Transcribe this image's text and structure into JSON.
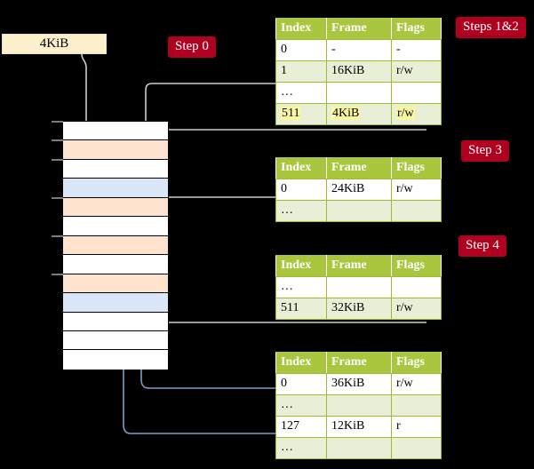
{
  "source_box": {
    "label": "4KiB"
  },
  "badges": [
    {
      "id": "step0",
      "label": "Step 0"
    },
    {
      "id": "step12",
      "label": "Steps 1&2"
    },
    {
      "id": "step3",
      "label": "Step 3"
    },
    {
      "id": "step4",
      "label": "Step 4"
    }
  ],
  "colors": {
    "background": "#000000",
    "badge": "#b00020",
    "table_header": "#aac63f",
    "table_alt_row": "#e9efd6",
    "highlight": "#fbf8a0",
    "mem_orange": "#fde3cd",
    "mem_blue": "#d9e6f7",
    "source_box": "#fdf0cd",
    "wire_grey": "#c9c9c9",
    "wire_blue": "#7f9dc4"
  },
  "memory": {
    "rows": [
      {
        "index": 0,
        "fill": "white",
        "tick": true
      },
      {
        "index": 1,
        "fill": "orange",
        "tick": true
      },
      {
        "index": 2,
        "fill": "white",
        "tick": true
      },
      {
        "index": 3,
        "fill": "blue",
        "tick": false
      },
      {
        "index": 4,
        "fill": "orange",
        "tick": true
      },
      {
        "index": 5,
        "fill": "white",
        "tick": false
      },
      {
        "index": 6,
        "fill": "orange",
        "tick": true
      },
      {
        "index": 7,
        "fill": "white",
        "tick": false
      },
      {
        "index": 8,
        "fill": "orange",
        "tick": true
      },
      {
        "index": 9,
        "fill": "blue",
        "tick": false
      },
      {
        "index": 10,
        "fill": "white",
        "tick": false
      },
      {
        "index": 11,
        "fill": "white",
        "tick": false
      },
      {
        "index": 12,
        "fill": "white",
        "tick": false
      }
    ]
  },
  "tables": [
    {
      "id": "pml4",
      "headers": [
        "Index",
        "Frame",
        "Flags"
      ],
      "rows": [
        {
          "cells": [
            "0",
            "-",
            "-"
          ],
          "alt": false,
          "highlight": false
        },
        {
          "cells": [
            "1",
            "16KiB",
            "r/w"
          ],
          "alt": true,
          "highlight": false
        },
        {
          "cells": [
            "…",
            "",
            ""
          ],
          "alt": false,
          "highlight": false
        },
        {
          "cells": [
            "511",
            "4KiB",
            "r/w"
          ],
          "alt": true,
          "highlight": true
        }
      ]
    },
    {
      "id": "pdpt",
      "headers": [
        "Index",
        "Frame",
        "Flags"
      ],
      "rows": [
        {
          "cells": [
            "0",
            "24KiB",
            "r/w"
          ],
          "alt": false,
          "highlight": false
        },
        {
          "cells": [
            "…",
            "",
            ""
          ],
          "alt": true,
          "highlight": false
        }
      ]
    },
    {
      "id": "pd",
      "headers": [
        "Index",
        "Frame",
        "Flags"
      ],
      "rows": [
        {
          "cells": [
            "…",
            "",
            ""
          ],
          "alt": false,
          "highlight": false
        },
        {
          "cells": [
            "511",
            "32KiB",
            "r/w"
          ],
          "alt": true,
          "highlight": false
        }
      ]
    },
    {
      "id": "pt",
      "headers": [
        "Index",
        "Frame",
        "Flags"
      ],
      "rows": [
        {
          "cells": [
            "0",
            "36KiB",
            "r/w"
          ],
          "alt": false,
          "highlight": false
        },
        {
          "cells": [
            "…",
            "",
            ""
          ],
          "alt": true,
          "highlight": false
        },
        {
          "cells": [
            "127",
            "12KiB",
            "r"
          ],
          "alt": false,
          "highlight": false
        },
        {
          "cells": [
            "…",
            "",
            ""
          ],
          "alt": true,
          "highlight": false
        }
      ]
    }
  ]
}
